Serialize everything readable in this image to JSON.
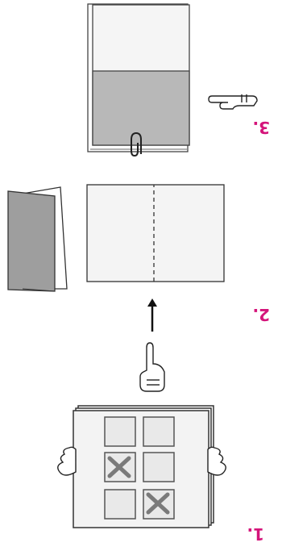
{
  "accent_color": "#d4147a",
  "steps": [
    {
      "number": "1.",
      "illustration": "paper-stack-with-grid-hands-icon"
    },
    {
      "number": "2.",
      "illustration": "fold-sheet-along-dashed-line-icon"
    },
    {
      "number": "3.",
      "illustration": "folded-sheet-with-paper-clip-icon"
    }
  ],
  "orientation": "rotated-180"
}
